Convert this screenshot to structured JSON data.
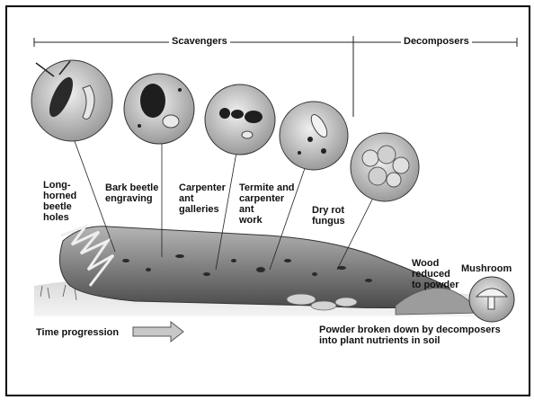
{
  "headers": {
    "scavengers": "Scavengers",
    "decomposers": "Decomposers"
  },
  "labels": {
    "longhorned": "Long-\nhorned\nbeetle\nholes",
    "bark_beetle": "Bark beetle\nengraving",
    "carpenter_ant": "Carpenter\nant\ngalleries",
    "termite": "Termite and\ncarpenter\nant\nwork",
    "dry_rot": "Dry rot\nfungus",
    "wood_reduced": "Wood\nreduced\nto powder",
    "mushroom": "Mushroom",
    "powder": "Powder broken down by decomposers\ninto plant nutrients in soil",
    "time": "Time progression"
  },
  "icons": [
    "longhorned-beetle-icon",
    "bark-beetle-icon",
    "carpenter-ant-icon",
    "termite-icon",
    "dry-rot-fungus-icon",
    "mushroom-icon",
    "arrow-right-icon"
  ],
  "colors": {
    "log": "#8a8a8a",
    "log_dark": "#5a5a5a",
    "ground": "#cfcfcf",
    "circle_fill": "#d9d9d9"
  }
}
